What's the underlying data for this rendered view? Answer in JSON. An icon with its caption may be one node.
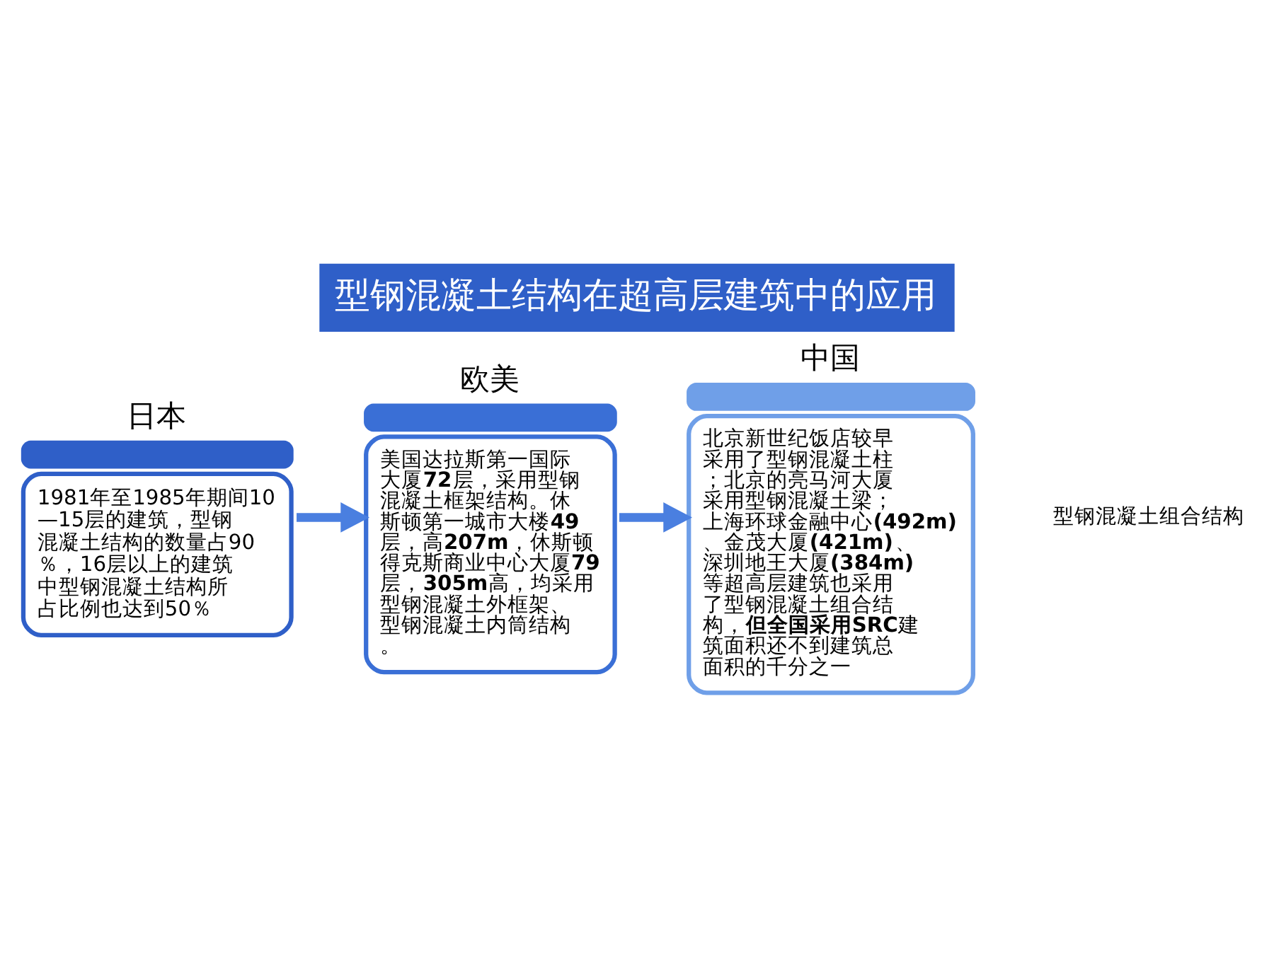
{
  "diagram": {
    "title": "型钢混凝土结构在超高层建筑中的应用",
    "nodes": [
      {
        "text": [
          "日本",
          "1981年至1985年期间10—15层的建筑，型钢混凝土结构的数量占90％，16层以上的建筑中型钢混凝土结构所占比例也达到50％"
        ]
      },
      {
        "text": [
          "欧美",
          "美国达拉斯第一国际大厦**72**层，采用型钢混凝土框架结构。休斯顿第一城市大楼**49**层，高**207m**，休斯顿得克斯商业中心大厦**79**层，**305m**高，均采用型钢混凝土外框架、型钢混凝土内筒结构。"
        ]
      },
      {
        "text": [
          "中国",
          "北京新世纪饭店较早采用了型钢混凝土柱；北京的亮马河大厦采用型钢混凝土梁；上海环球金融中心**(492m)**、金茂大厦**(421m)**、深圳地王大厦**(384m)** 等超高层建筑也采用了型钢混凝土组合结构，**但全国采用SRC**建筑面积还不到建筑总面积的千分之一"
        ]
      }
    ],
    "edges": [
      {
        "from": 0,
        "to": 1,
        "arrow": "to"
      },
      {
        "from": 1,
        "to": 2,
        "arrow": "to"
      }
    ],
    "labels": [
      "型钢混凝土组合结构"
    ]
  }
}
